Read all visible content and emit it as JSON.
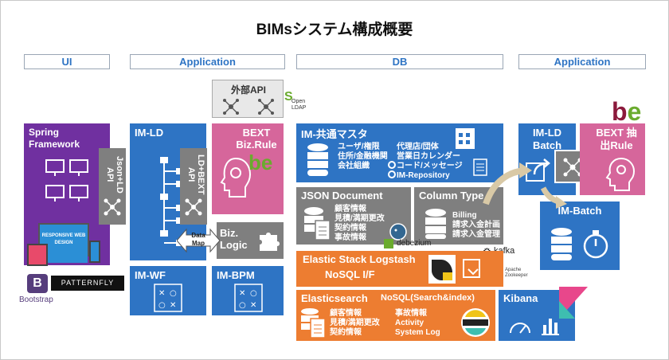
{
  "title": "BIMsシステム構成概要",
  "headers": [
    "UI",
    "Application",
    "DB",
    "Application"
  ],
  "ui": {
    "spring": "Spring Framework",
    "responsive": "RESPONSIVE WEB DESIGN",
    "bootstrap": "Bootstrap",
    "patternfly": "PATTERNFLY"
  },
  "app": {
    "imld": "IM-LD",
    "json_ld_api": "Json+LD API",
    "ld_bext_api": "LD+BEXT API",
    "external_api": "外部API",
    "openldap": "Open LDAP",
    "bext": "BEXT Biz.Rule",
    "biz_logic": "Biz. Logic",
    "data_map": "Data Map",
    "imwf": "IM-WF",
    "imbpm": "IM-BPM"
  },
  "db": {
    "master_title": "IM-共通マスタ",
    "master_left": [
      "ユーザ/権限",
      "住所/金融機関",
      "会社組織"
    ],
    "master_right": [
      "代理店/団体",
      "営業日カレンダー",
      "コード/メッセージ",
      "IM-Repository"
    ],
    "json_title": "JSON Document",
    "json_items": [
      "顧客情報",
      "見積/満期更改",
      "契約情報",
      "事故情報"
    ],
    "column_title": "Column Type",
    "column_items": [
      "Billing",
      "請求入金計画",
      "請求入金管理"
    ],
    "debezium": "debezium",
    "logstash_title": "Elastic Stack Logstash",
    "logstash_sub": "NoSQL I/F",
    "kafka": "kafka",
    "zookeeper": "Apache Zookeeper",
    "es_title": "Elasticsearch",
    "es_sub": "NoSQL(Search&index)",
    "es_left": [
      "顧客情報",
      "見積/満期更改",
      "契約情報"
    ],
    "es_right": [
      "事故情報",
      "Activity",
      "System Log"
    ],
    "kibana": "Kibana"
  },
  "batch": {
    "imld_batch": "IM-LD Batch",
    "bext_rule": "BEXT 抽出Rule",
    "im_batch": "IM-Batch"
  },
  "colors": {
    "blue": "#2e74c4",
    "gray": "#7f7f7f",
    "purple": "#7030a0",
    "pink": "#d6669b",
    "orange": "#ed7d31",
    "be_green": "#6aab2e",
    "be_maroon": "#8b1a3c"
  }
}
